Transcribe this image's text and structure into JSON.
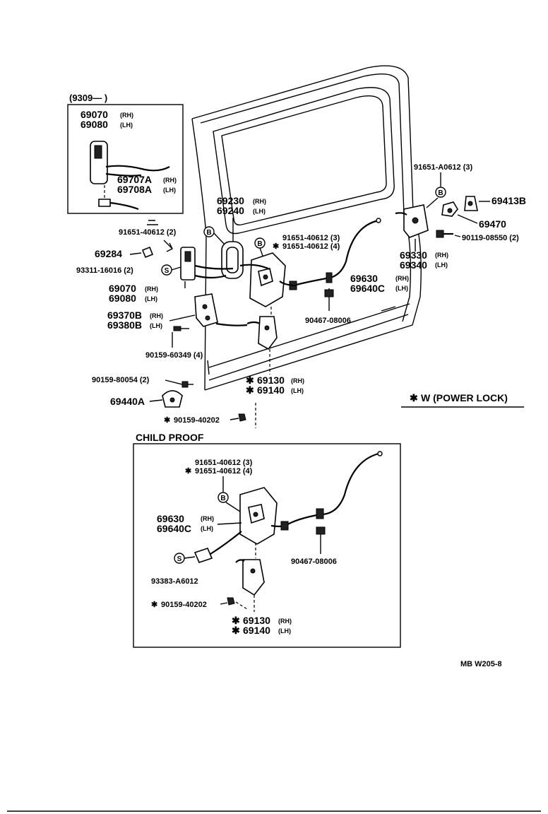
{
  "inset_top": {
    "serial": "(9309—        )",
    "handle_rh": "69070",
    "handle_rh_tag": "(RH)",
    "handle_lh": "69080",
    "handle_lh_tag": "(LH)",
    "rod_rh": "69707A",
    "rod_rh_tag": "(RH)",
    "rod_lh": "69708A",
    "rod_lh_tag": "(LH)"
  },
  "main": {
    "clip_a0612": "91651-A0612 (3)",
    "clip_a0612_mark": "B",
    "p69413b": "69413B",
    "p69470": "69470",
    "bolt_08550": "90119-08550 (2)",
    "p69330": "69330",
    "p69330_tag": "(RH)",
    "p69340": "69340",
    "p69340_tag": "(LH)",
    "p69230": "69230",
    "p69230_tag": "(RH)",
    "p69240": "69240",
    "p69240_tag": "(LH)",
    "clip_40612_2": "91651-40612 (2)",
    "clip_40612_2_mark": "B",
    "clip_40612_3": "91651-40612 (3)",
    "clip_40612_4": "91651-40612 (4)",
    "clip_40612_mark": "B",
    "p69284": "69284",
    "screw_16016": "93311-16016 (2)",
    "screw_16016_mark": "S",
    "p69070": "69070",
    "p69070_tag": "(RH)",
    "p69080": "69080",
    "p69080_tag": "(LH)",
    "p69370b": "69370B",
    "p69370b_tag": "(RH)",
    "p69380b": "69380B",
    "p69380b_tag": "(LH)",
    "p69630": "69630",
    "p69630_tag": "(RH)",
    "p69640c": "69640C",
    "p69640c_tag": "(LH)",
    "clamp_08006": "90467-08006",
    "screw_60349": "90159-60349 (4)",
    "screw_80054": "90159-80054 (2)",
    "p69440a": "69440A",
    "p69130": "69130",
    "p69130_tag": "(RH)",
    "p69140": "69140",
    "p69140_tag": "(LH)",
    "screw_40202": "90159-40202",
    "legend": "W (POWER  LOCK)",
    "star": "✱"
  },
  "child_proof": {
    "title": "CHILD  PROOF",
    "clip_3": "91651-40612 (3)",
    "clip_4": "91651-40612 (4)",
    "clip_mark": "B",
    "p69630": "69630",
    "p69630_tag": "(RH)",
    "p69640c": "69640C",
    "p69640c_tag": "(LH)",
    "clamp_08006": "90467-08006",
    "screw_a6012_mark": "S",
    "screw_a6012": "93383-A6012",
    "screw_40202": "90159-40202",
    "p69130": "69130",
    "p69130_tag": "(RH)",
    "p69140": "69140",
    "p69140_tag": "(LH)"
  },
  "footer": {
    "ref": "MB  W205-8"
  }
}
